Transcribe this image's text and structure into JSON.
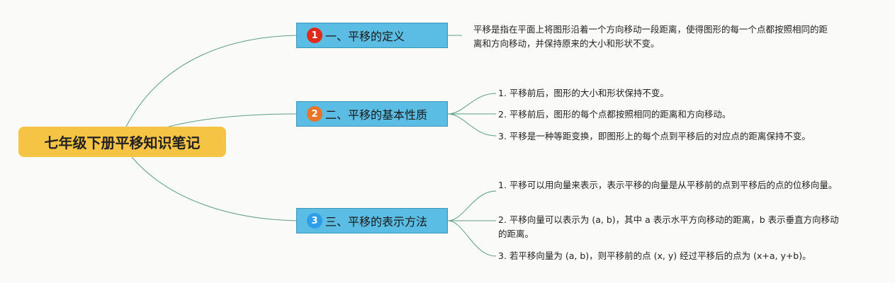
{
  "root": {
    "title": "七年级下册平移知识笔记"
  },
  "colors": {
    "link": "#5a9e88",
    "root_bg": "#f6c445",
    "branch_bg": "#5bbde3"
  },
  "branches": [
    {
      "badge": "1",
      "badge_color": "#e02a1d",
      "label": "一、平移的定义",
      "leaves": [
        "平移是指在平面上将图形沿着一个方向移动一段距离，使得图形的每一个点都按照相同的距离和方向移动，并保持原来的大小和形状不变。"
      ]
    },
    {
      "badge": "2",
      "badge_color": "#e8742a",
      "label": "二、平移的基本性质",
      "leaves": [
        "1. 平移前后，图形的大小和形状保持不变。",
        "2. 平移前后，图形的每个点都按照相同的距离和方向移动。",
        "3. 平移是一种等距变换，即图形上的每个点到平移后的对应点的距离保持不变。"
      ]
    },
    {
      "badge": "3",
      "badge_color": "#2e9ee8",
      "label": "三、平移的表示方法",
      "leaves": [
        "1. 平移可以用向量来表示，表示平移的向量是从平移前的点到平移后的点的位移向量。",
        "2. 平移向量可以表示为 (a, b)，其中 a 表示水平方向移动的距离，b 表示垂直方向移动的距离。",
        "3. 若平移向量为 (a, b)，则平移前的点 (x, y) 经过平移后的点为 (x+a, y+b)。"
      ]
    }
  ]
}
